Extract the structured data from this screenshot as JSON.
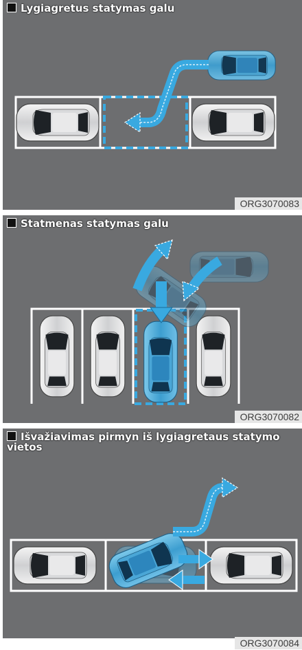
{
  "panels": [
    {
      "title": "Lygiagretus statymas galu",
      "code": "ORG3070083"
    },
    {
      "title": "Statmenas statymas galu",
      "code": "ORG3070082"
    },
    {
      "title": "Išvažiavimas pirmyn iš lygiagretaus statymo vietos",
      "code": "ORG3070084"
    }
  ],
  "colors": {
    "ground": "#6d6e70",
    "accent": "#39a9e0",
    "line": "#ffffff"
  }
}
